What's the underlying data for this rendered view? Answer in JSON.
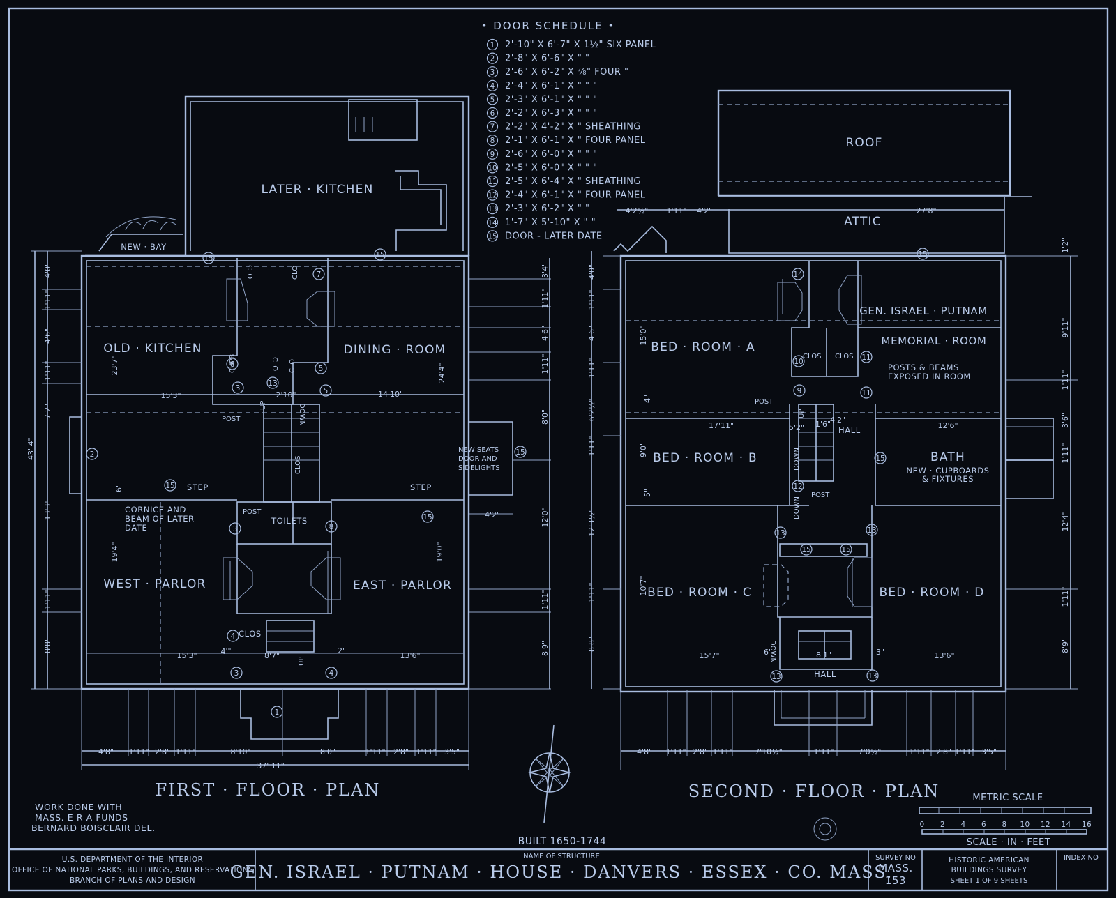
{
  "door_schedule": {
    "title": "• DOOR SCHEDULE •",
    "rows": [
      {
        "num": "1",
        "text": "2'-10\" X 6'-7\" X 1½\" SIX PANEL"
      },
      {
        "num": "2",
        "text": "2'-8\" X 6'-6\" X \" \""
      },
      {
        "num": "3",
        "text": "2'-6\" X 6'-2\" X ⅞\" FOUR \""
      },
      {
        "num": "4",
        "text": "2'-4\" X 6'-1\" X \" \" \""
      },
      {
        "num": "5",
        "text": "2'-3\" X 6'-1\" X \" \" \""
      },
      {
        "num": "6",
        "text": "2'-2\" X 6'-3\" X \" \" \""
      },
      {
        "num": "7",
        "text": "2'-2\" X 4'-2\" X \" SHEATHING"
      },
      {
        "num": "8",
        "text": "2'-1\" X 6'-1\" X \" FOUR PANEL"
      },
      {
        "num": "9",
        "text": "2'-6\" X 6'-0\" X \" \" \""
      },
      {
        "num": "10",
        "text": "2'-5\" X 6'-0\" X \" \" \""
      },
      {
        "num": "11",
        "text": "2'-5\" X 6'-4\" X \" SHEATHING"
      },
      {
        "num": "12",
        "text": "2'-4\" X 6'-1\" X \" FOUR PANEL"
      },
      {
        "num": "13",
        "text": "2'-3\" X 6'-2\" X \" \""
      },
      {
        "num": "14",
        "text": "1'-7\" X 5'-10\" X \" \""
      },
      {
        "num": "15",
        "text": "DOOR - LATER DATE"
      }
    ]
  },
  "first_floor": {
    "title": "FIRST · FLOOR · PLAN",
    "rooms": {
      "later_kitchen": "LATER · KITCHEN",
      "new_bay": "NEW · BAY",
      "old_kitchen": "OLD · KITCHEN",
      "dining_room": "DINING · ROOM",
      "west_parlor": "WEST · PARLOR",
      "east_parlor": "EAST · PARLOR",
      "toilets": "TOILETS"
    },
    "labels": {
      "clo": "CLO",
      "clos": "CLOS",
      "cupb": "CUPB",
      "post": "POST",
      "step": "STEP",
      "up": "UP",
      "down": "DOWN",
      "cornice": "CORNICE AND",
      "cornice2": "BEAM OF LATER",
      "cornice3": "DATE",
      "newseats1": "NEW SEATS",
      "newseats2": "DOOR AND",
      "newseats3": "SIDELIGHTS"
    },
    "dims": {
      "total_width": "37' 11\"",
      "total_height": "43' 4\"",
      "bottom": [
        "4'8\"",
        "1'11\"",
        "2'8\"",
        "1'11\"",
        "8'10\"",
        "8'0\"",
        "1'11\"",
        "2'8\"",
        "1'11\"",
        "3'5\""
      ],
      "left": [
        "4'0\"",
        "1'11\"",
        "4'6\"",
        "1'11\"",
        "7'2\"",
        "13'3\"",
        "1'11\"",
        "8'8\""
      ],
      "right": [
        "3'4\"",
        "1'11\"",
        "4'6\"",
        "1'11\"",
        "8'0\"",
        "12'0\"",
        "1'11\"",
        "8'9\""
      ],
      "inner": [
        "15'3\"",
        "2'10\"",
        "14'10\"",
        "23'7\"",
        "24'4\"",
        "19'4\"",
        "19'0\"",
        "15'3\"",
        "8'7\"",
        "13'6\"",
        "4'\"",
        "2\"",
        "6\"",
        "4'2\""
      ]
    }
  },
  "second_floor": {
    "title": "SECOND · FLOOR · PLAN",
    "rooms": {
      "roof": "ROOF",
      "attic": "ATTIC",
      "bedroom_a": "BED · ROOM · A",
      "bedroom_b": "BED · ROOM · B",
      "bedroom_c": "BED · ROOM · C",
      "bedroom_d": "BED · ROOM · D",
      "memorial1": "GEN. ISRAEL · PUTNAM",
      "memorial2": "MEMORIAL · ROOM",
      "posts1": "POSTS & BEAMS",
      "posts2": "EXPOSED IN ROOM",
      "hall": "HALL",
      "bath": "BATH",
      "bath_note1": "NEW · CUPBOARDS",
      "bath_note2": "& FIXTURES"
    },
    "labels": {
      "clos": "CLOS",
      "post": "POST",
      "up": "UP",
      "down": "DOWN"
    },
    "dims": {
      "top": [
        "4'2½\"",
        "1'11\"",
        "4'2\"",
        "27'8\""
      ],
      "bottom": [
        "4'8\"",
        "1'11\"",
        "2'8\"",
        "1'11\"",
        "7'10½\"",
        "1'11\"",
        "7'0½\"",
        "1'11\"",
        "2'8\"",
        "1'11\"",
        "3'5\""
      ],
      "left": [
        "4'0\"",
        "1'11\"",
        "4'6\"",
        "1'11\"",
        "6'2½\"",
        "1'11\"",
        "12'3½\"",
        "1'11\"",
        "8'8\""
      ],
      "right": [
        "1'2\"",
        "9'11\"",
        "1'11\"",
        "3'6\"",
        "1'11\"",
        "12'4\"",
        "1'11\"",
        "8'9\""
      ],
      "inner": [
        "17'11\"",
        "4'2\"",
        "12'6\"",
        "15'0\"",
        "9'0\"",
        "10'7\"",
        "15'7\"",
        "13'6\"",
        "8'1\"",
        "5'2\"",
        "1'6\"",
        "3\"",
        "6\"",
        "4\"",
        "5\""
      ]
    }
  },
  "notes": {
    "work": [
      "WORK DONE WITH",
      "MASS. E R A FUNDS",
      "BERNARD BOISCLAIR DEL."
    ],
    "built": "BUILT 1650-1744",
    "metric_scale": "METRIC SCALE",
    "scale_in_feet": "SCALE · IN · FEET",
    "scale_ticks": [
      "0",
      "2",
      "4",
      "6",
      "8",
      "10",
      "12",
      "14",
      "16"
    ]
  },
  "title_block": {
    "dept1": "U.S. DEPARTMENT OF THE INTERIOR",
    "dept2": "OFFICE OF NATIONAL PARKS, BUILDINGS, AND RESERVATIONS",
    "dept3": "BRANCH OF PLANS AND DESIGN",
    "name_label": "NAME OF STRUCTURE",
    "structure": "GEN. ISRAEL · PUTNAM · HOUSE · DANVERS · ESSEX · CO. MASS.",
    "survey_label": "SURVEY NO",
    "survey1": "MASS.",
    "survey2": "153",
    "habs1": "HISTORIC AMERICAN",
    "habs2": "BUILDINGS SURVEY",
    "sheet_text": "SHEET 1 OF 9 SHEETS",
    "index_label": "INDEX NO"
  },
  "colors": {
    "background": "#080b11",
    "line": "#a9bde0",
    "text": "#b9cbea"
  }
}
